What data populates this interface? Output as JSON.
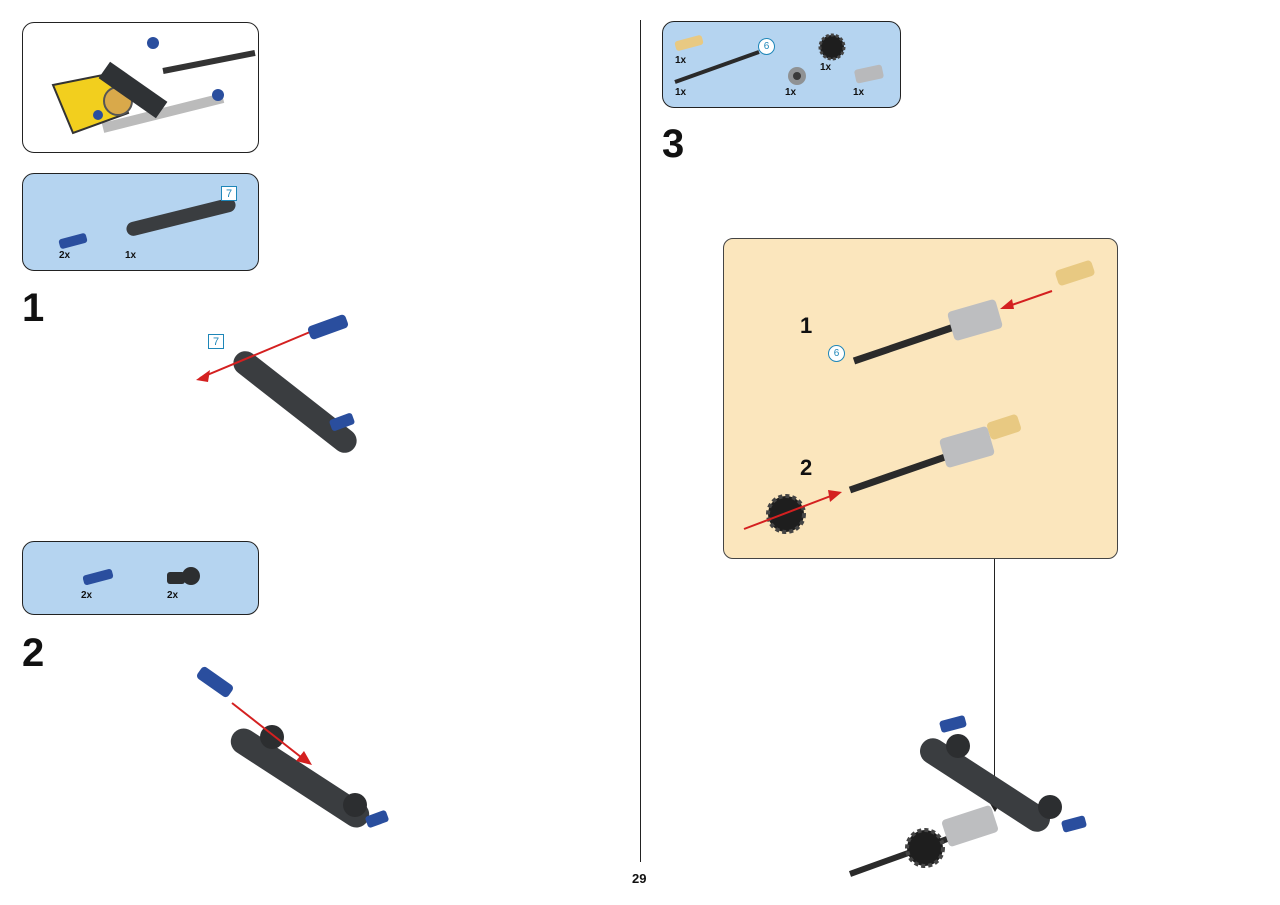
{
  "page_number": "29",
  "left": {
    "preview_box": {},
    "step1": {
      "number": "1",
      "parts": [
        {
          "name": "blue-friction-pin",
          "qty": "2x"
        },
        {
          "name": "beam-7",
          "qty": "1x",
          "length": "7"
        }
      ],
      "callout_length": "7"
    },
    "step2": {
      "number": "2",
      "parts": [
        {
          "name": "blue-axle-pin",
          "qty": "2x"
        },
        {
          "name": "black-connector",
          "qty": "2x"
        }
      ]
    }
  },
  "right": {
    "step3": {
      "number": "3",
      "parts": [
        {
          "name": "tan-axle-pin",
          "qty": "1x"
        },
        {
          "name": "axle-6",
          "qty": "1x",
          "length": "6"
        },
        {
          "name": "bushing",
          "qty": "1x"
        },
        {
          "name": "gear-12",
          "qty": "1x"
        },
        {
          "name": "grey-connector",
          "qty": "1x"
        }
      ],
      "sub_steps": [
        {
          "number": "1",
          "axle_length": "6"
        },
        {
          "number": "2"
        }
      ]
    }
  },
  "colors": {
    "parts_box": "#b5d4f0",
    "subassembly_box": "#fbe6bd",
    "arrow": "#d42020",
    "beam": "#3a3d40",
    "pin_blue": "#2a4e9e",
    "tan": "#e8c982"
  }
}
